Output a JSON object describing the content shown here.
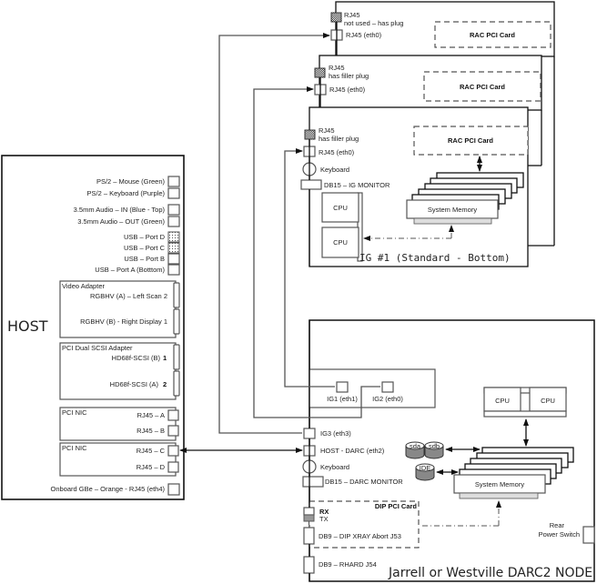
{
  "host": {
    "title": "HOST",
    "ports": [
      "PS/2 – Mouse (Green)",
      "PS/2 – Keyboard (Purple)",
      "3.5mm Audio – IN (Blue - Top)",
      "3.5mm Audio – OUT (Green)",
      "USB – Port D",
      "USB – Port C",
      "USB – Port B",
      "USB – Port A (Botttom)"
    ],
    "video_adapter": {
      "title": "Video Adapter",
      "ports": [
        "RGBHV (A) – Left Scan 2",
        "RGBHV (B) - Right Display 1"
      ]
    },
    "scsi_adapter": {
      "title": "PCI Dual SCSI Adapter",
      "ports": [
        "HD68f-SCSI (B)",
        "HD68f-SCSI (A)"
      ],
      "numbers": [
        "1",
        "2"
      ]
    },
    "nic1": {
      "title": "PCI NIC",
      "ports": [
        "RJ45 – A",
        "RJ45 – B"
      ]
    },
    "nic2": {
      "title": "PCI NIC",
      "ports": [
        "RJ45 – C",
        "RJ45 – D"
      ]
    },
    "onboard": "Onboard GBe – Orange -  RJ45 (eth4)"
  },
  "ig3": {
    "rj45_title": "RJ45",
    "rj45_note": "not used – has plug",
    "eth0": "RJ45 (eth0)",
    "rac": "RAC PCI Card"
  },
  "ig2": {
    "rj45_title": "RJ45",
    "rj45_note": "has filler plug",
    "eth0": "RJ45 (eth0)",
    "rac": "RAC PCI Card"
  },
  "ig1": {
    "rj45_title": "RJ45",
    "rj45_note": "has filler plug",
    "eth0": "RJ45 (eth0)",
    "keyboard": "Keyboard",
    "monitor": "DB15 – IG MONITOR",
    "cpu": [
      "CPU",
      "CPU"
    ],
    "rac": "RAC PCI Card",
    "memory": "System Memory",
    "title": "IG #1 (Standard - Bottom)"
  },
  "darc": {
    "switch_ports": [
      "IG1 (eth1)",
      "IG2 (eth0)"
    ],
    "ig3": "IG3 (eth3)",
    "host_darc": "HOST - DARC (eth2)",
    "keyboard": "Keyboard",
    "monitor": "DB15 – DARC MONITOR",
    "dip_card": "DIP PCI Card",
    "rx": "RX",
    "tx": "TX",
    "db9_abort": "DB9 – DIP XRAY Abort J53",
    "db9_rhard": "DB9 – RHARD J54",
    "cpu": [
      "CPU",
      "CPU"
    ],
    "disks": [
      "sda",
      "sdb",
      "IDE"
    ],
    "memory": "System Memory",
    "rear_power": [
      "Rear",
      "Power Switch"
    ],
    "title": "Jarrell  or Westville DARC2 NODE"
  }
}
